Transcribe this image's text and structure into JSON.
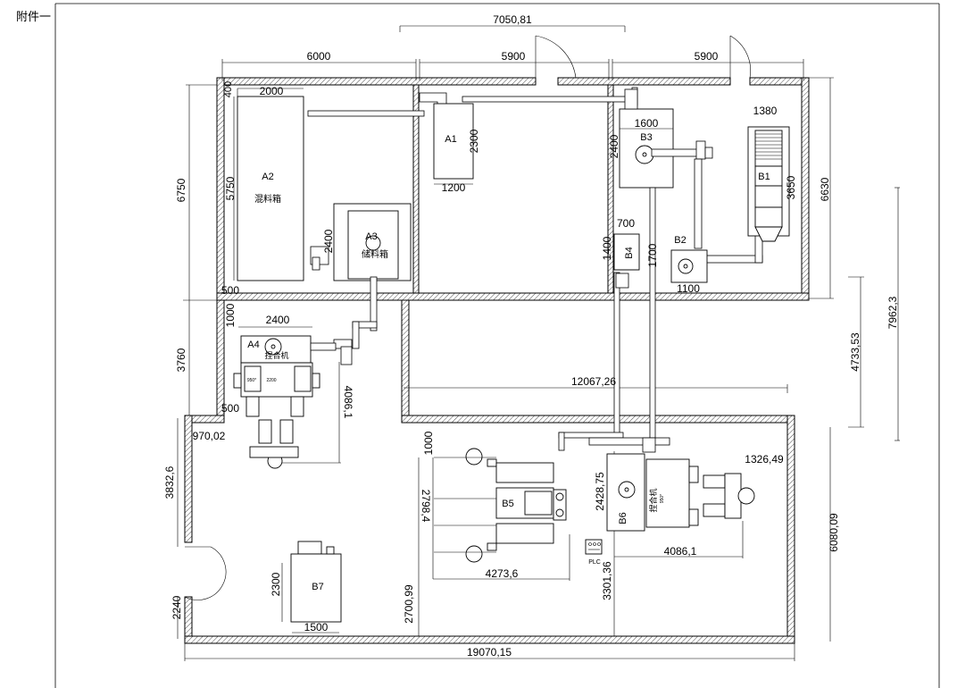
{
  "page": {
    "corner_label": "附件一"
  },
  "dimensions": {
    "top_total": "7050,81",
    "room1_width": "6000",
    "room2_width": "5900",
    "room3_width": "5900",
    "left_upper_height": "6750",
    "left_mid_height": "3760",
    "left_lower_height": "3832,6",
    "left_door_height": "2240",
    "right_upper_height": "6630",
    "right_lower_height": "6080,09",
    "right_total": "7962,3",
    "right_mid": "4733,53",
    "center_width": "12067,26",
    "bottom_total": "19070,15",
    "wall_400": "400",
    "wall_500_a": "500",
    "wall_500_b": "500",
    "wall_970": "970,02",
    "a2_width": "2000",
    "a2_height": "5750",
    "a1_width": "1200",
    "a1_height": "2300",
    "a3_height": "2400",
    "a4_width": "2400",
    "a4_gap": "1000",
    "a4_length": "4086,1",
    "b3_width": "1600",
    "b3_height": "2400",
    "b1_width": "1380",
    "b1_height": "3650",
    "b4_width": "700",
    "b4_height": "1400",
    "b2_width": "1100",
    "b2_height": "1700",
    "b5_gap": "1000",
    "b5_height": "2798,4",
    "b5_width": "4273,6",
    "b5_lower": "2700,99",
    "b6_height": "2428,75",
    "b6_lower": "3301,36",
    "b6_length": "4086,1",
    "b6_side": "1326,49",
    "b7_height": "2300",
    "b7_width": "1500"
  },
  "equipment": {
    "a1": "A1",
    "a2": "A2",
    "a2_name": "混料箱",
    "a3": "A3",
    "a3_name": "储料箱",
    "a4": "A4",
    "a4_name": "捏合机",
    "a4_plate_left": "950*",
    "a4_plate_right": "2200",
    "b1": "B1",
    "b2": "B2",
    "b3": "B3",
    "b4": "B4",
    "b5": "B5",
    "b6": "B6",
    "b6_name": "捏合机",
    "b6_plate": "950*",
    "b7": "B7",
    "plc": "PLC"
  }
}
